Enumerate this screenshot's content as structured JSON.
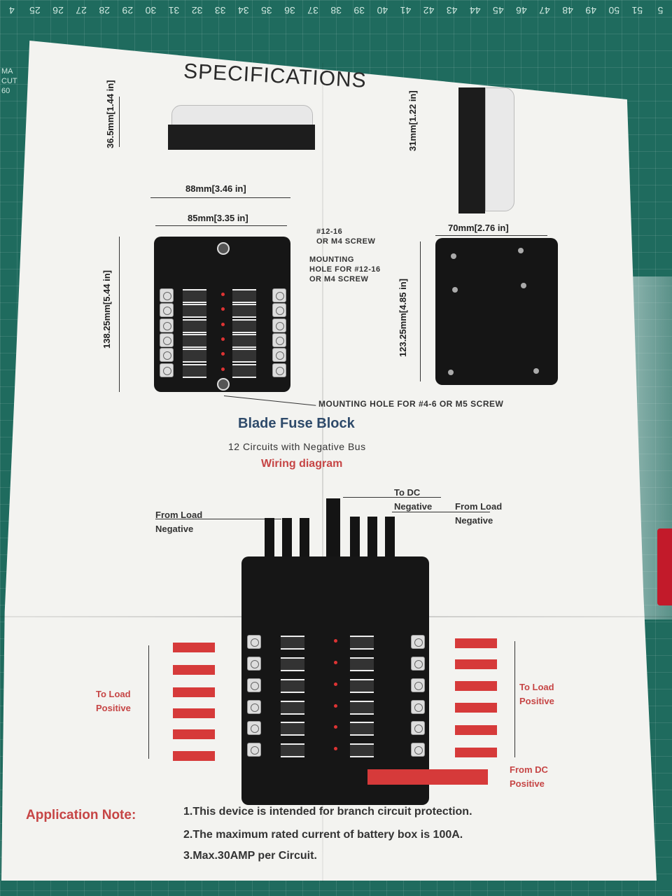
{
  "ruler": {
    "numbers": [
      "4",
      "25",
      "26",
      "27",
      "28",
      "29",
      "30",
      "31",
      "32",
      "33",
      "34",
      "35",
      "36",
      "37",
      "38",
      "39",
      "40",
      "41",
      "42",
      "43",
      "44",
      "45",
      "46",
      "47",
      "48",
      "49",
      "50",
      "51",
      "5"
    ]
  },
  "mat_side": {
    "text": "MA\nCUT\n60"
  },
  "specs": {
    "title": "SPECIFICATIONS",
    "height_side": "36.5mm[1.44 in]",
    "height_end": "31mm[1.22 in]",
    "width_outer": "88mm[3.46 in]",
    "width_inner": "85mm[3.35 in]",
    "length": "138.25mm[5.44 in]",
    "back_width": "70mm[2.76 in]",
    "back_length": "123.25mm[4.85 in]",
    "note_screw_1": "#12-16",
    "note_screw_2": "OR M4 SCREW",
    "note_mount_1": "MOUNTING",
    "note_mount_2": "HOLE FOR #12-16",
    "note_mount_3": "OR M4 SCREW",
    "note_mount_bottom": "MOUNTING HOLE FOR #4-6 OR M5 SCREW"
  },
  "product": {
    "name": "Blade Fuse Block",
    "subtitle": "12 Circuits with Negative Bus",
    "section": "Wiring diagram"
  },
  "wiring": {
    "dc_negative": [
      "To DC",
      "Negative"
    ],
    "load_neg_left": [
      "From Load",
      "Negative"
    ],
    "load_neg_right": [
      "From Load",
      "Negative"
    ],
    "load_pos_left": [
      "To Load",
      "Positive"
    ],
    "load_pos_right": [
      "To Load",
      "Positive"
    ],
    "dc_positive": [
      "From DC",
      "Positive"
    ]
  },
  "application": {
    "label": "Application Note:",
    "notes": [
      "1.This device is intended for branch circuit protection.",
      "2.The maximum rated current of battery box is 100A.",
      "3.Max.30AMP per Circuit."
    ]
  }
}
